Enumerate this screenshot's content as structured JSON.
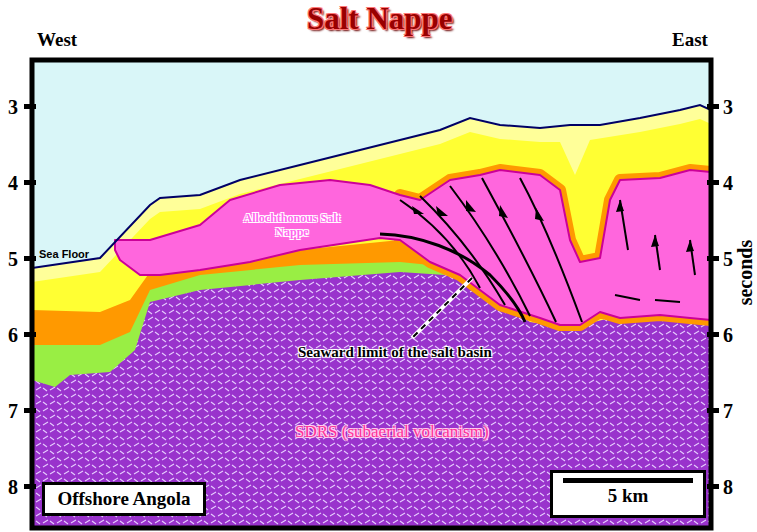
{
  "diagram": {
    "title": "Salt Nappe",
    "nodes": [
      {
        "text": [
          "Offshore Angola"
        ]
      },
      {
        "text": [
          "5 km"
        ]
      }
    ],
    "labels": [
      "West",
      "East",
      "3",
      "4",
      "5",
      "6",
      "7",
      "8",
      "3",
      "4",
      "5",
      "6",
      "7",
      "8",
      "seconds",
      "Sea Floor",
      "Allochthonous Salt Nappe",
      "Seaward limit of the salt basin",
      "SDRS (subaerial volcanism)"
    ]
  }
}
